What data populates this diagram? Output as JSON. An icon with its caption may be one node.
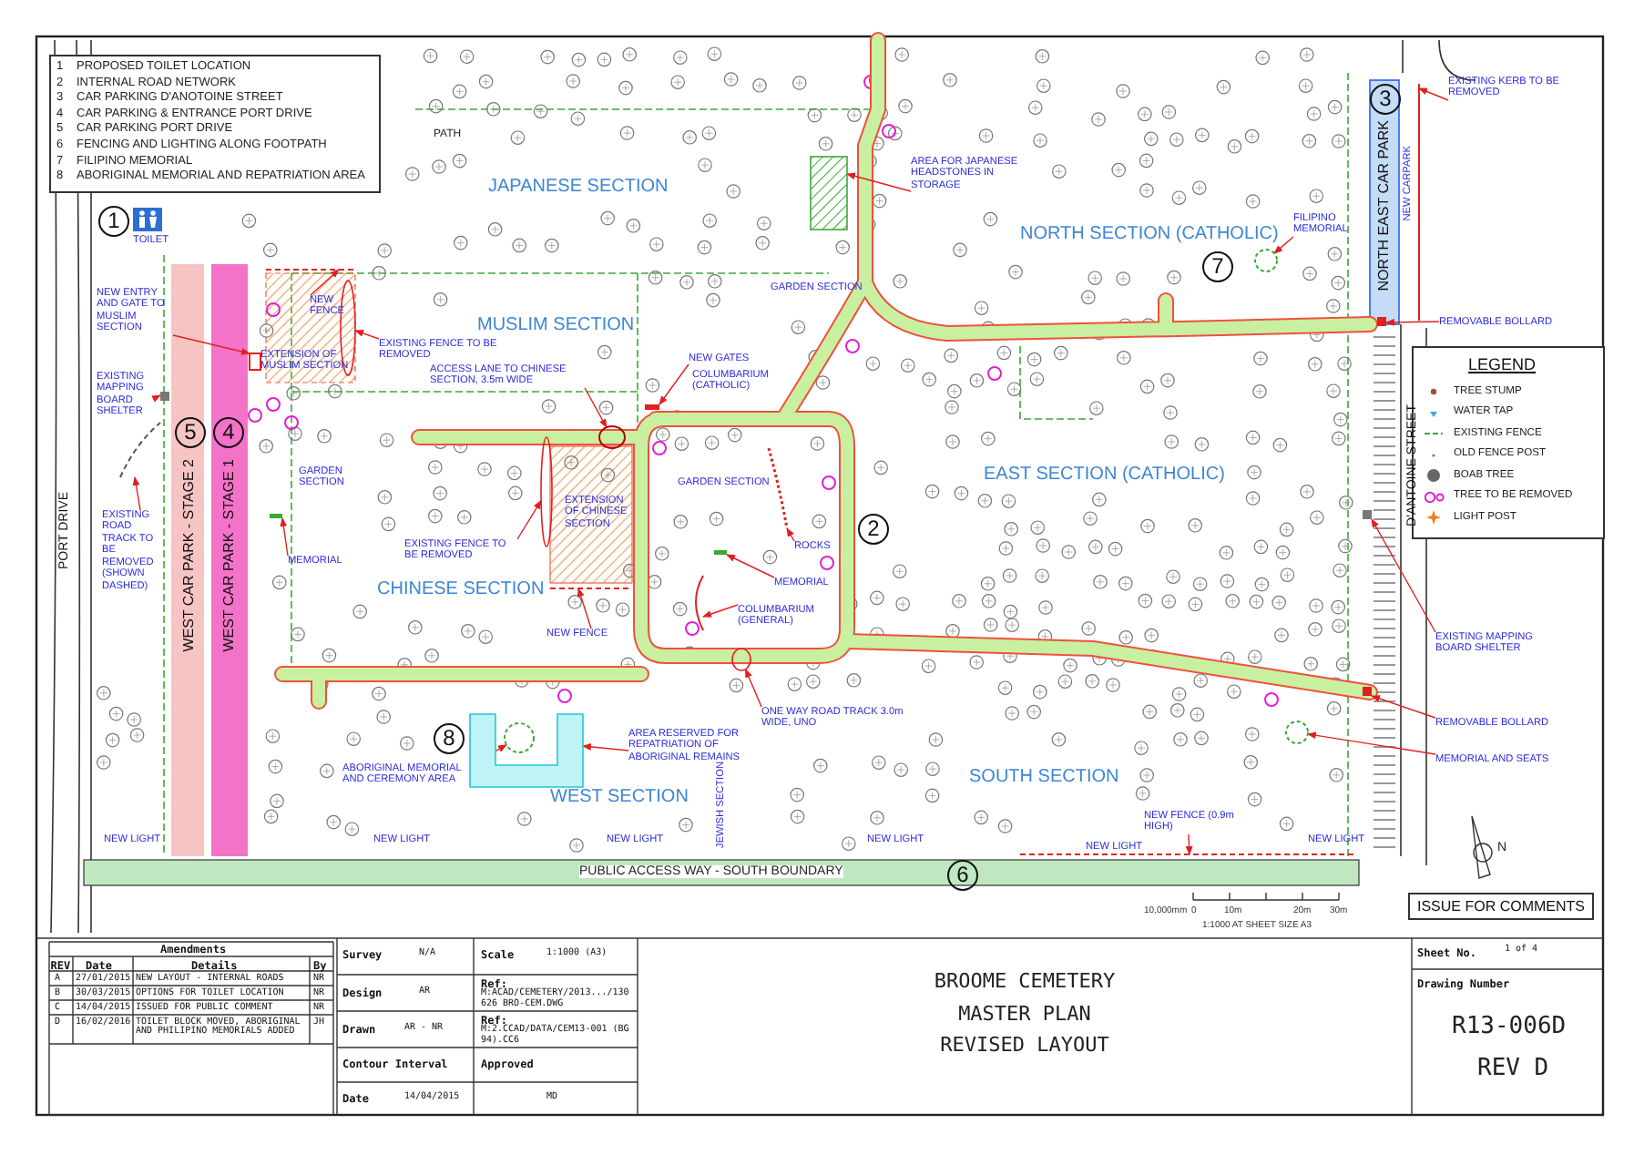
{
  "diagram": {
    "nodes": [
      {
        "text": [
          "NEW ENTRY AND GATE TO MUSLIM SECTION"
        ]
      },
      {
        "text": [
          "NEW FENCE"
        ]
      },
      {
        "text": [
          "EXISTING FENCE TO BE REMOVED"
        ]
      },
      {
        "text": [
          "EXISTING MAPPING BOARD SHELTER"
        ]
      },
      {
        "text": [
          "ACCESS LANE TO CHINESE SECTION, 3.5m WIDE"
        ]
      },
      {
        "text": [
          "NEW GATES"
        ]
      },
      {
        "text": [
          "AREA FOR JAPANESE HEADSTONES IN STORAGE"
        ]
      },
      {
        "text": [
          "FILIPINO MEMORIAL"
        ]
      },
      {
        "text": [
          "EXISTING KERB TO BE REMOVED"
        ]
      },
      {
        "text": [
          "REMOVABLE BOLLARD"
        ]
      },
      {
        "text": [
          "EXISTING ROAD TRACK TO BE REMOVED (SHOWN DASHED)"
        ]
      },
      {
        "text": [
          "MEMORIAL"
        ]
      },
      {
        "text": [
          "EXISTING FENCE TO BE REMOVED"
        ]
      },
      {
        "text": [
          "NEW FENCE"
        ]
      },
      {
        "text": [
          "ROCKS"
        ]
      },
      {
        "text": [
          "MEMORIAL"
        ]
      },
      {
        "text": [
          "COLUMBARIUM (GENERAL)"
        ]
      },
      {
        "text": [
          "ONE WAY ROAD TRACK 3.0m WIDE, UNO"
        ]
      },
      {
        "text": [
          "AREA RESERVED FOR REPATRIATION OF ABORIGINAL REMAINS"
        ]
      },
      {
        "text": [
          "ABORIGINAL MEMORIAL AND CEREMONY AREA"
        ]
      },
      {
        "text": [
          "EXISTING MAPPING BOARD SHELTER"
        ]
      },
      {
        "text": [
          "REMOVABLE BOLLARD"
        ]
      },
      {
        "text": [
          "MEMORIAL AND SEATS"
        ]
      },
      {
        "text": [
          "NEW FENCE (0.9m HIGH)"
        ]
      },
      {
        "text": [],
        "shape": "box"
      },
      {
        "text": [],
        "shape": "line"
      },
      {
        "text": [],
        "shape": "ellipse"
      },
      {
        "text": [],
        "shape": "box"
      },
      {
        "text": [],
        "shape": "ellipse"
      },
      {
        "text": [],
        "shape": "box"
      },
      {
        "text": [],
        "shape": "box"
      },
      {
        "text": [],
        "shape": "circle"
      },
      {
        "text": [],
        "shape": "line"
      },
      {
        "text": [],
        "shape": "box"
      },
      {
        "text": [],
        "shape": "line"
      },
      {
        "text": [],
        "shape": "box"
      },
      {
        "text": [],
        "shape": "ellipse"
      },
      {
        "text": [],
        "shape": "line"
      },
      {
        "text": [],
        "shape": "line"
      },
      {
        "text": [],
        "shape": "box"
      },
      {
        "text": [],
        "shape": "line"
      },
      {
        "text": [],
        "shape": "ellipse"
      },
      {
        "text": [],
        "shape": "line"
      },
      {
        "text": [],
        "shape": "circle"
      },
      {
        "text": [],
        "shape": "box"
      },
      {
        "text": [],
        "shape": "box"
      },
      {
        "text": [],
        "shape": "circle"
      },
      {
        "text": [],
        "shape": "line"
      }
    ],
    "edges": [
      {
        "from": 0,
        "to": 24,
        "arrow": "to"
      },
      {
        "from": 1,
        "to": 25,
        "arrow": "to"
      },
      {
        "from": 2,
        "to": 26,
        "arrow": "to"
      },
      {
        "from": 3,
        "to": 27,
        "arrow": "to"
      },
      {
        "from": 4,
        "to": 28,
        "arrow": "to"
      },
      {
        "from": 5,
        "to": 29,
        "arrow": "to"
      },
      {
        "from": 6,
        "to": 30,
        "arrow": "to"
      },
      {
        "from": 7,
        "to": 31,
        "arrow": "to"
      },
      {
        "from": 8,
        "to": 32,
        "arrow": "to"
      },
      {
        "from": 9,
        "to": 33,
        "arrow": "to"
      },
      {
        "from": 10,
        "to": 34,
        "arrow": "to"
      },
      {
        "from": 11,
        "to": 35,
        "arrow": "to"
      },
      {
        "from": 12,
        "to": 36,
        "arrow": "to"
      },
      {
        "from": 13,
        "to": 37,
        "arrow": "to"
      },
      {
        "from": 14,
        "to": 38,
        "arrow": "to"
      },
      {
        "from": 15,
        "to": 39,
        "arrow": "to"
      },
      {
        "from": 16,
        "to": 40,
        "arrow": "to"
      },
      {
        "from": 17,
        "to": 41,
        "arrow": "to"
      },
      {
        "from": 18,
        "to": 42,
        "arrow": "to"
      },
      {
        "from": 19,
        "to": 43,
        "arrow": "to"
      },
      {
        "from": 20,
        "to": 44,
        "arrow": "to"
      },
      {
        "from": 21,
        "to": 45,
        "arrow": "to"
      },
      {
        "from": 22,
        "to": 46,
        "arrow": "to"
      },
      {
        "from": 23,
        "to": 47,
        "arrow": "to"
      }
    ],
    "labels": [
      "1",
      "PROPOSED TOILET LOCATION",
      "2",
      "INTERNAL ROAD NETWORK",
      "3",
      "CAR PARKING D'ANOTOINE STREET",
      "4",
      "CAR PARKING & ENTRANCE PORT DRIVE",
      "5",
      "CAR PARKING PORT DRIVE",
      "6",
      "FENCING AND LIGHTING ALONG FOOTPATH",
      "7",
      "FILIPINO MEMORIAL",
      "8",
      "ABORIGINAL MEMORIAL AND REPATRIATION AREA",
      "PATH",
      "JAPANESE SECTION",
      "1",
      "TOILET",
      "MUSLIM SECTION",
      "NORTH SECTION (CATHOLIC)",
      "7",
      "3",
      "NORTH EAST CAR PARK",
      "NEW CARPARK",
      "GARDEN SECTION",
      "EXTENSION OF MUSLIM SECTION",
      "COLUMBARIUM (CATHOLIC)",
      "LEGEND",
      "5",
      "4",
      "WEST CAR PARK - STAGE 2",
      "WEST CAR PARK - STAGE 1",
      "PORT DRIVE",
      "GARDEN SECTION",
      "EXTENSION OF CHINESE SECTION",
      "GARDEN SECTION",
      "EAST SECTION (CATHOLIC)",
      "2",
      "D'ANTOINE STREET",
      "CHINESE SECTION",
      "8",
      "WEST SECTION",
      "JEWISH SECTION",
      "SOUTH SECTION",
      "NEW LIGHT",
      "NEW LIGHT",
      "NEW LIGHT",
      "NEW LIGHT",
      "NEW LIGHT",
      "NEW LIGHT",
      "PUBLIC ACCESS WAY - SOUTH BOUNDARY",
      "6",
      "N",
      "10,000mm",
      "0",
      "10m",
      "20m",
      "30m",
      "1:1000 AT SHEET SIZE A3",
      "ISSUE FOR COMMENTS",
      "Amendments",
      "REV",
      "Date",
      "Details",
      "By",
      "A",
      "27/01/2015",
      "NEW LAYOUT - INTERNAL ROADS",
      "NR",
      "B",
      "30/03/2015",
      "OPTIONS FOR TOILET LOCATION",
      "NR",
      "C",
      "14/04/2015",
      "ISSUED FOR PUBLIC COMMENT",
      "NR",
      "D",
      "16/02/2016",
      "TOILET BLOCK MOVED, ABORIGINAL AND PHILIPINO MEMORIALS ADDED",
      "JH",
      "Survey",
      "N/A",
      "Scale",
      "1:1000 (A3)",
      "Design",
      "AR",
      "Ref:",
      "M:ACAD/CEMETERY/2013.../130626 BRO-CEM.DWG",
      "Drawn",
      "AR - NR",
      "Ref:",
      "M:2.CCAD/DATA/CEM13-001 (BG94).CC6",
      "Contour Interval",
      "Approved",
      "Date",
      "14/04/2015",
      "MD",
      "BROOME CEMETERY MASTER PLAN REVISED LAYOUT",
      "Sheet No.",
      "1 of 4",
      "Drawing Number",
      "R13-006D",
      "REV D"
    ],
    "legend": [
      {
        "text": "TREE STUMP"
      },
      {
        "text": "WATER TAP"
      },
      {
        "text": "EXISTING FENCE"
      },
      {
        "text": "OLD FENCE POST"
      },
      {
        "text": "BOAB TREE"
      },
      {
        "text": "TREE TO BE REMOVED"
      },
      {
        "text": "LIGHT POST"
      }
    ]
  }
}
